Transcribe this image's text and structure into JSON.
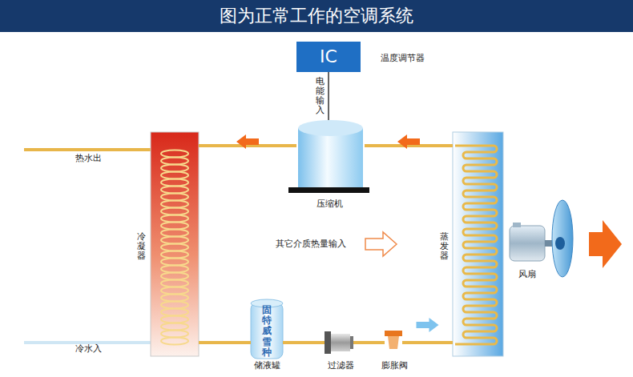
{
  "diagram": {
    "title": "图为正常工作的空调系统",
    "nodes": [
      {
        "text": [
          "IC",
          "温度调节器"
        ]
      },
      {
        "text": [
          "压缩机"
        ]
      },
      {
        "text": [
          "冷凝器"
        ]
      },
      {
        "text": [
          "蒸发器"
        ]
      },
      {
        "text": [
          "固特威雪种",
          "储液罐"
        ]
      },
      {
        "text": [
          "过滤器"
        ]
      },
      {
        "text": [
          "膨胀阀"
        ]
      },
      {
        "text": [
          "风扇"
        ]
      }
    ],
    "edges": [
      {
        "from": 0,
        "to": 1,
        "label": "电能输入",
        "arrow": "none"
      },
      {
        "from": 1,
        "to": 2,
        "arrow": "to"
      },
      {
        "from": 3,
        "to": 1,
        "arrow": "to"
      },
      {
        "from": 2,
        "to": 4,
        "arrow": "none"
      },
      {
        "from": 4,
        "to": 5,
        "arrow": "none"
      },
      {
        "from": 5,
        "to": 6,
        "arrow": "none"
      },
      {
        "from": 6,
        "to": 3,
        "arrow": "to"
      }
    ],
    "labels": [
      "热水出",
      "冷水入",
      "其它介质热量输入"
    ]
  }
}
